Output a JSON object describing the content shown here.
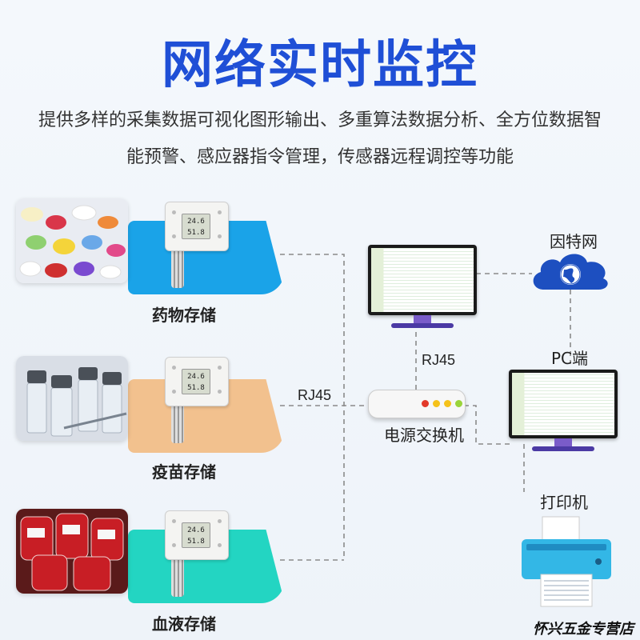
{
  "title": "网络实时监控",
  "subtitle": "提供多样的采集数据可视化图形输出、多重算法数据分析、全方位数据智能预警、感应器指令管理，传感器远程调控等功能",
  "sensor_reading": {
    "line1": "24.6",
    "line2": "51.8"
  },
  "storage": [
    {
      "label": "药物存储",
      "panel_color": "#1aa3e8"
    },
    {
      "label": "疫苗存储",
      "panel_color": "#f2c18e"
    },
    {
      "label": "血液存储",
      "panel_color": "#23d5c2"
    }
  ],
  "labels": {
    "rj45_left": "RJ45",
    "rj45_switch": "RJ45",
    "switch": "电源交换机",
    "internet": "因特网",
    "pc": "PC端",
    "printer": "打印机"
  },
  "colors": {
    "title": "#1f4fd6",
    "cloud": "#1d4fc0",
    "connector": "#8a8a8a"
  },
  "icons": [
    "sensor-icon",
    "monitor-icon",
    "switch-icon",
    "cloud-icon",
    "globe-icon",
    "printer-icon"
  ],
  "watermark": "怀兴五金专营店"
}
